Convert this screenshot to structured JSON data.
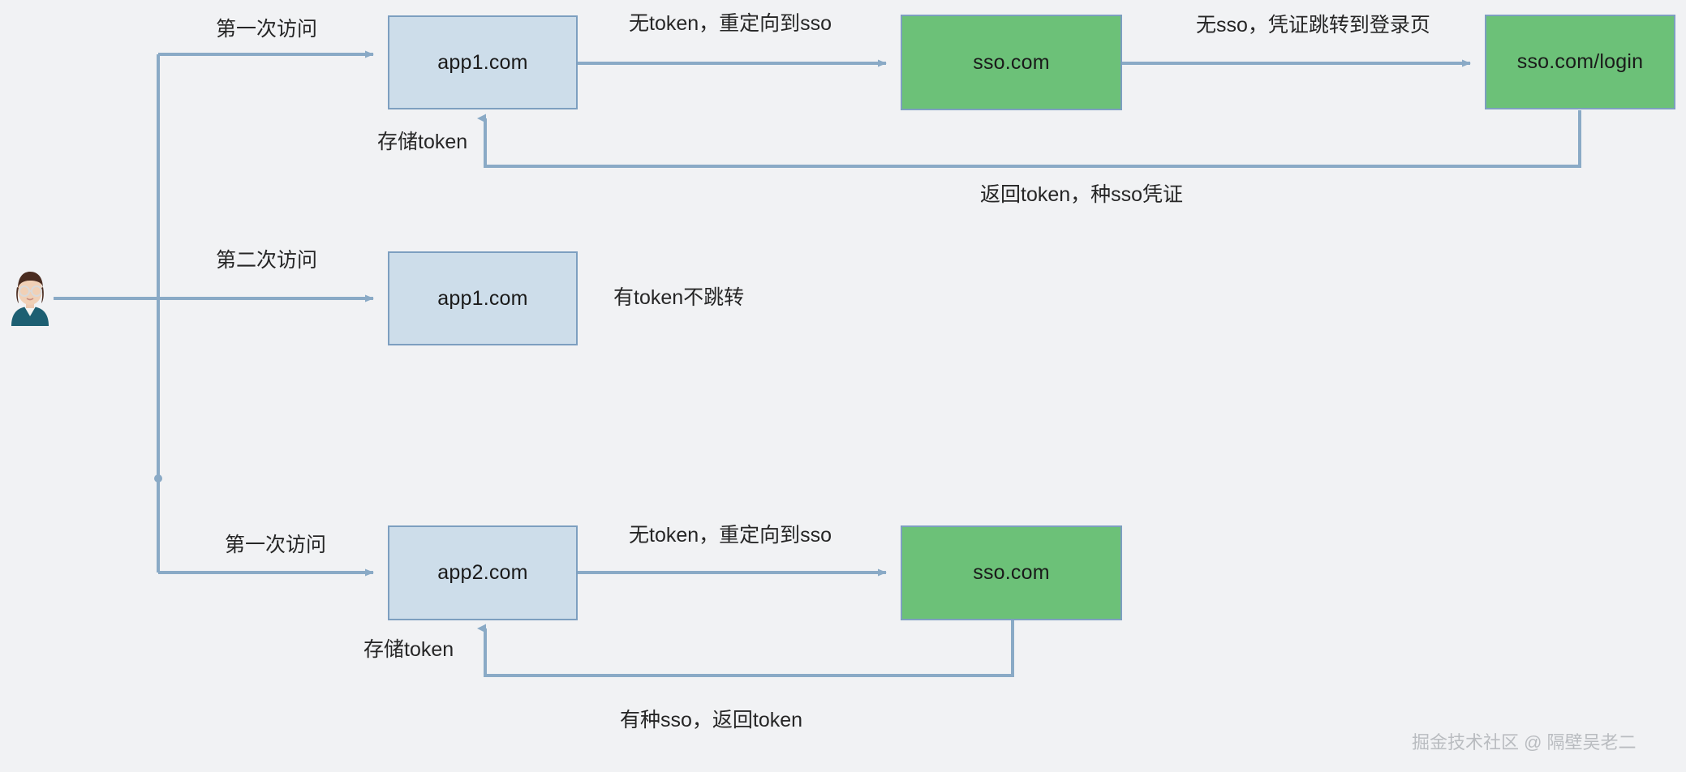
{
  "diagram": {
    "title": "SSO single sign-on flow",
    "background_color": "#f1f2f4",
    "colors": {
      "app_node_fill": "#cdddea",
      "sso_node_fill": "#6cc178",
      "node_border": "#7d9fc0",
      "connector": "#8aaac6",
      "label_text": "#262626",
      "watermark_text": "#b9bcc0"
    },
    "actor": {
      "icon": "person-avatar-icon",
      "description": "woman with glasses avatar"
    },
    "nodes": [
      {
        "id": "app1_first",
        "label": "app1.com",
        "type": "app"
      },
      {
        "id": "sso_top",
        "label": "sso.com",
        "type": "sso"
      },
      {
        "id": "sso_login",
        "label": "sso.com/login",
        "type": "sso"
      },
      {
        "id": "app1_second",
        "label": "app1.com",
        "type": "app"
      },
      {
        "id": "app2_first",
        "label": "app2.com",
        "type": "app"
      },
      {
        "id": "sso_bottom",
        "label": "sso.com",
        "type": "sso"
      }
    ],
    "edge_labels": {
      "first_visit_top": "第一次访问",
      "no_token_redirect_top": "无token，重定向到sso",
      "no_sso_goto_login": "无sso，凭证跳转到登录页",
      "store_token_top": "存储token",
      "return_token_plant_sso": "返回token，种sso凭证",
      "second_visit": "第二次访问",
      "has_token_no_redirect": "有token不跳转",
      "first_visit_bottom": "第一次访问",
      "no_token_redirect_bottom": "无token，重定向到sso",
      "store_token_bottom": "存储token",
      "has_sso_return_token": "有种sso，返回token"
    },
    "watermark": "掘金技术社区 @ 隔壁吴老二"
  }
}
